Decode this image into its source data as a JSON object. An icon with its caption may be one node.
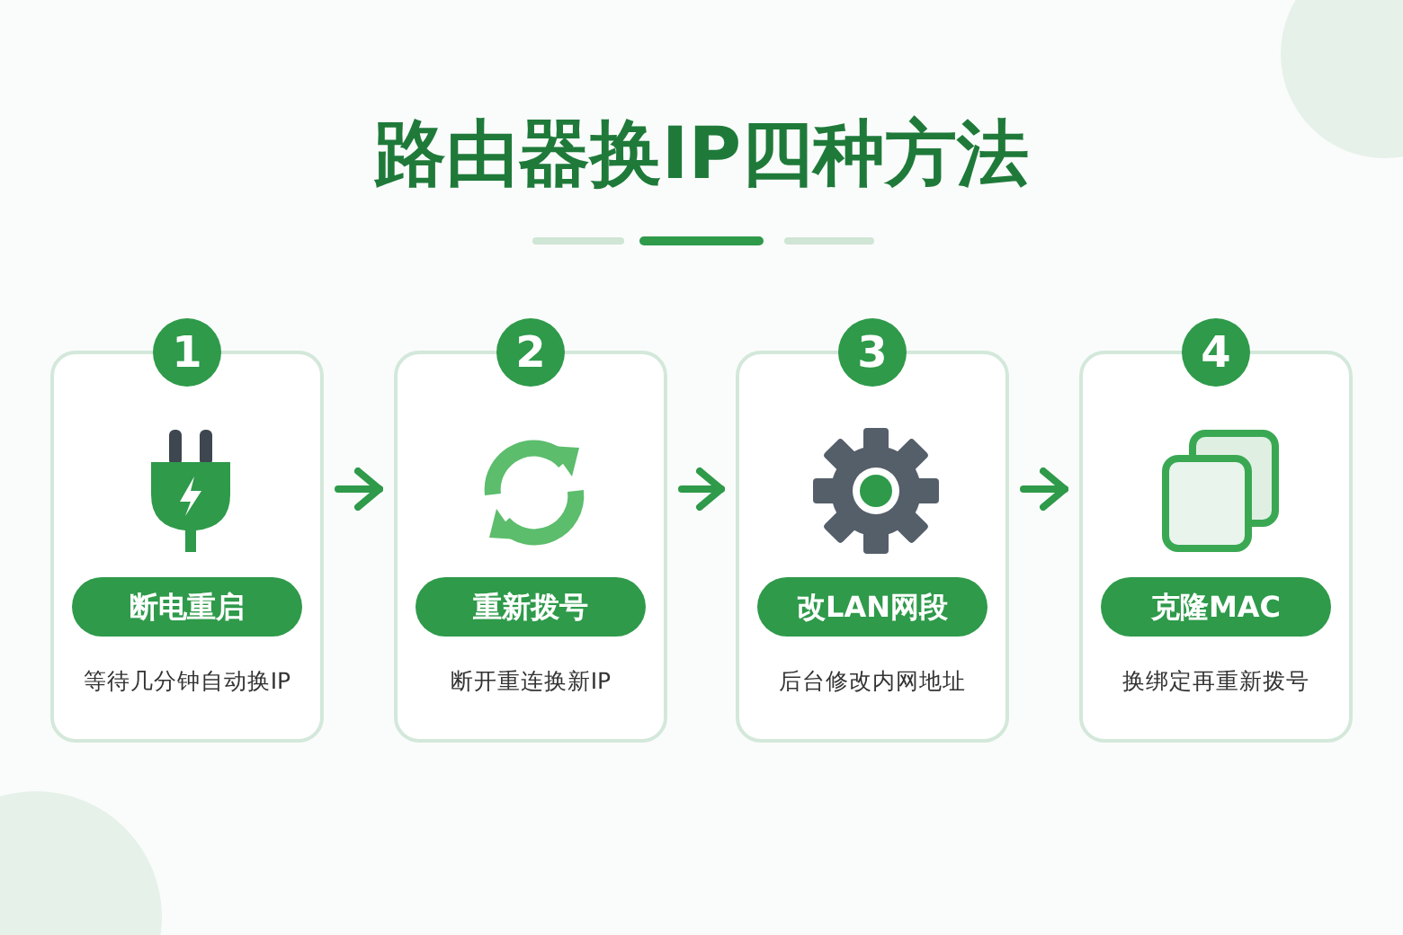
{
  "diagram": {
    "title": "路由器换IP四种方法",
    "nodes": [
      {
        "text": [
          "1",
          "断电重启",
          "等待几分钟自动换IP"
        ]
      },
      {
        "text": [
          "2",
          "重新拨号",
          "断开重连换新IP"
        ]
      },
      {
        "text": [
          "3",
          "改LAN网段",
          "后台修改内网地址"
        ]
      },
      {
        "text": [
          "4",
          "克隆MAC",
          "换绑定再重新拨号"
        ]
      }
    ],
    "edges": [
      {
        "from": 0,
        "to": 1,
        "arrow": "to"
      },
      {
        "from": 1,
        "to": 2,
        "arrow": "to"
      },
      {
        "from": 2,
        "to": 3,
        "arrow": "to"
      }
    ]
  }
}
